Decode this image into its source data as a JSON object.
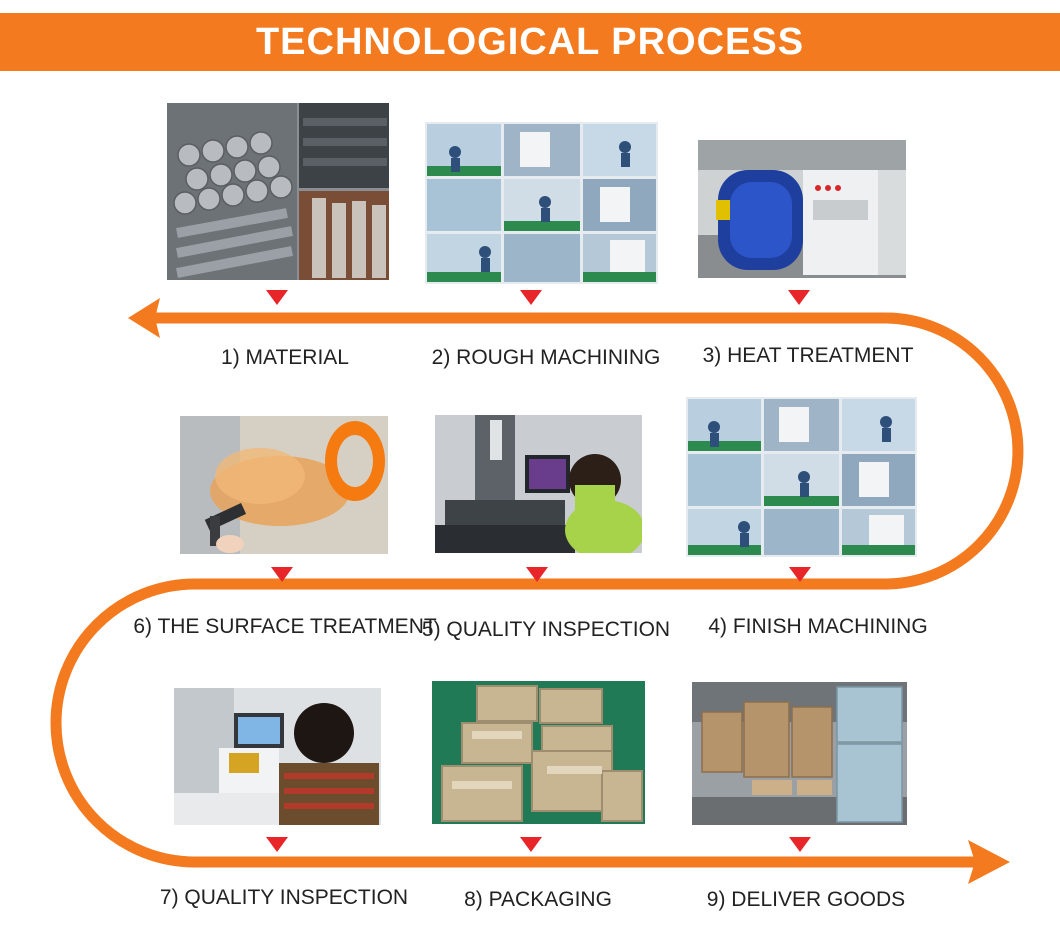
{
  "title": "TECHNOLOGICAL PROCESS",
  "colors": {
    "accent": "#f47a1f",
    "marker": "#e8262a",
    "text": "#222222"
  },
  "steps": [
    {
      "id": 1,
      "label": "1) MATERIAL",
      "photo": "steel-bars-and-plates"
    },
    {
      "id": 2,
      "label": "2) ROUGH MACHINING",
      "photo": "machine-shop-collage"
    },
    {
      "id": 3,
      "label": "3) HEAT TREATMENT",
      "photo": "vacuum-furnace"
    },
    {
      "id": 4,
      "label": "4) FINISH MACHINING",
      "photo": "machine-shop-collage"
    },
    {
      "id": 5,
      "label": "5) QUALITY INSPECTION",
      "photo": "measuring-machine-operator"
    },
    {
      "id": 6,
      "label": "6) THE SURFACE TREATMENT",
      "photo": "spray-painting"
    },
    {
      "id": 7,
      "label": "7) QUALITY INSPECTION",
      "photo": "laser-marking-operator"
    },
    {
      "id": 8,
      "label": "8) PACKAGING",
      "photo": "stacked-cartons"
    },
    {
      "id": 9,
      "label": "9) DELIVER GOODS",
      "photo": "warehouse-crates"
    }
  ]
}
